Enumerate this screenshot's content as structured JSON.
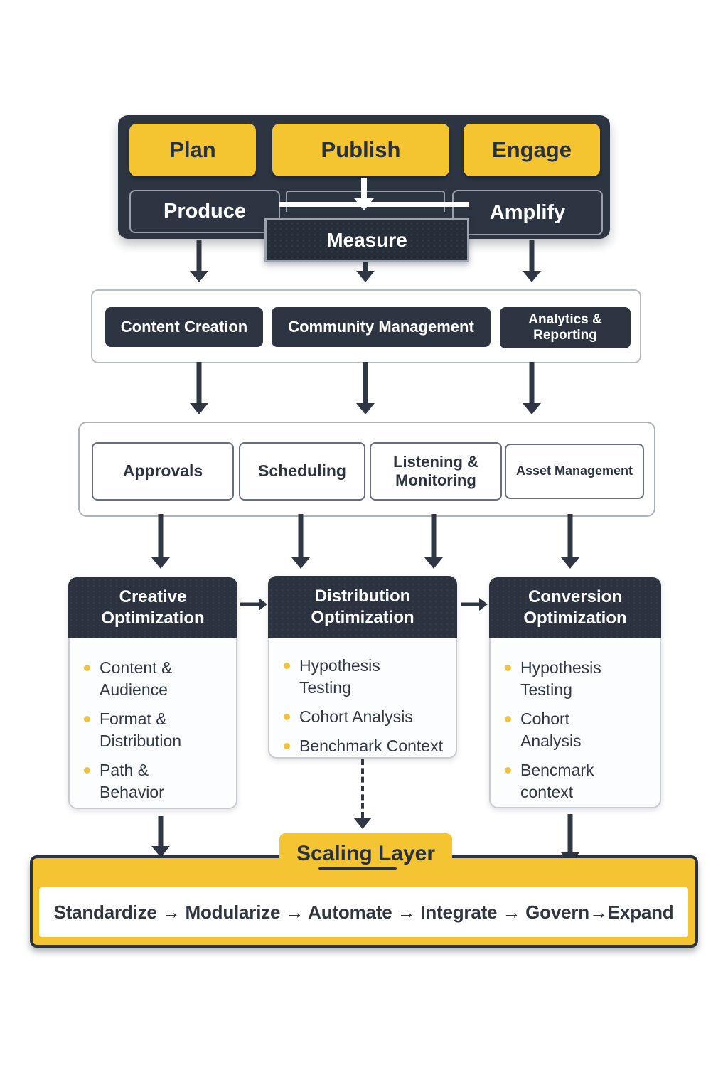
{
  "colors": {
    "dark_slate": "#2d3542",
    "header_dark": "#2b3340",
    "accent_yellow": "#f4c431",
    "banner_yellow": "#f5c433",
    "bullet_yellow": "#f2c33c",
    "text_dark": "#273140",
    "arrow_dark": "#2e3743"
  },
  "top_band": {
    "stages": [
      "Plan",
      "Publish",
      "Engage"
    ],
    "sub_left": "Produce",
    "sub_right": "Amplify",
    "measure": "Measure"
  },
  "functions_row": [
    "Content Creation",
    "Community Management",
    "Analytics &\nReporting"
  ],
  "capabilities_row": [
    "Approvals",
    "Scheduling",
    "Listening &\nMonitoring",
    "Asset Management"
  ],
  "cards": [
    {
      "title": "Creative\nOptimization",
      "bullets": [
        "Content &\nAudience",
        "Format &\nDistribution",
        "Path &\nBehavior"
      ]
    },
    {
      "title": "Distribution\nOptimization",
      "bullets": [
        "Hypothesis\nTesting",
        "Cohort Analysis",
        "Benchmark Context"
      ]
    },
    {
      "title": "Conversion\nOptimization",
      "bullets": [
        "Hypothesis\nTesting",
        "Cohort\nAnalysis",
        "Bencmark\ncontext"
      ]
    }
  ],
  "scaling": {
    "title": "Scaling Layer",
    "flow": "Standardize → Modularize → Automate → Integrate → Govern→Expand"
  }
}
